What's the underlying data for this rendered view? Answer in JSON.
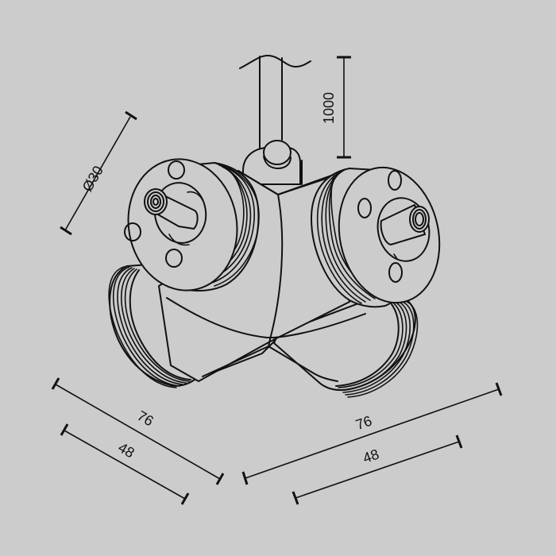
{
  "drawing": {
    "background": "#cbcccb",
    "stroke_color": "#111111",
    "subject": "twin-head track spotlight fixture, isometric line drawing"
  },
  "dimensions": {
    "diameter": {
      "label": "Ø30"
    },
    "cable_length": {
      "label": "1000"
    },
    "left_overall": {
      "label": "76"
    },
    "left_inner": {
      "label": "48"
    },
    "right_overall": {
      "label": "76"
    },
    "right_inner": {
      "label": "48"
    }
  }
}
